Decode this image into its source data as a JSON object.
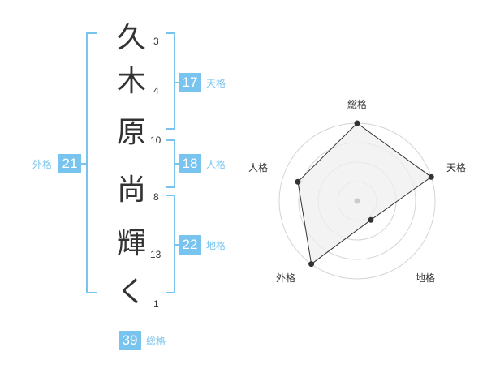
{
  "name_chars": [
    {
      "char": "久",
      "strokes": "3"
    },
    {
      "char": "木",
      "strokes": "4"
    },
    {
      "char": "原",
      "strokes": "10"
    },
    {
      "char": "尚",
      "strokes": "8"
    },
    {
      "char": "輝",
      "strokes": "13"
    },
    {
      "char": "く",
      "strokes": "1"
    }
  ],
  "kakusu": {
    "tenkaku": {
      "value": "17",
      "label": "天格"
    },
    "jinkaku": {
      "value": "18",
      "label": "人格"
    },
    "chikaku": {
      "value": "22",
      "label": "地格"
    },
    "gaikaku": {
      "value": "21",
      "label": "外格"
    },
    "soukaku": {
      "value": "39",
      "label": "総格"
    }
  },
  "chart_data": {
    "type": "radar",
    "axes": [
      "総格",
      "天格",
      "地格",
      "外格",
      "人格"
    ],
    "levels": 4,
    "max": 5,
    "values": [
      5,
      5,
      1.5,
      5,
      4
    ],
    "fill_color": "#efefef",
    "line_color": "#333333",
    "grid_color": "#d4d4d4"
  }
}
